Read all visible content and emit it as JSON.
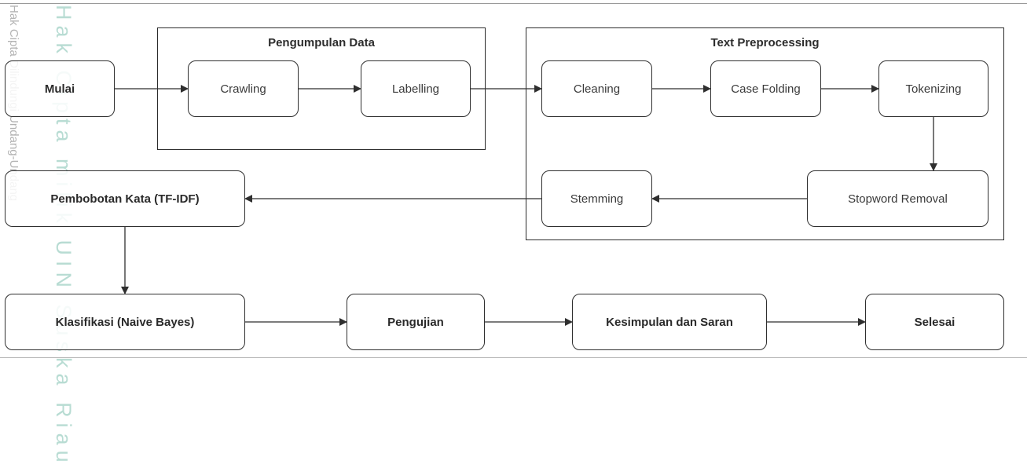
{
  "watermark": {
    "side_text": "Hak Cipta Dilindungi Undang-Undang",
    "main_text": "Hak Cipta milik UIN Suska Riau"
  },
  "colors": {
    "stroke": "#2f2f2f",
    "text": "#3a3a3a",
    "watermark_text": "#b8dcd3"
  },
  "groups": {
    "data_collection": "Pengumpulan Data",
    "text_preprocessing": "Text Preprocessing"
  },
  "nodes": {
    "start": "Mulai",
    "crawling": "Crawling",
    "labelling": "Labelling",
    "cleaning": "Cleaning",
    "case_folding": "Case Folding",
    "tokenizing": "Tokenizing",
    "stopword_removal": "Stopword Removal",
    "stemming": "Stemming",
    "weighting": "Pembobotan Kata (TF-IDF)",
    "classification": "Klasifikasi (Naive Bayes)",
    "testing": "Pengujian",
    "conclusion": "Kesimpulan dan Saran",
    "end": "Selesai"
  },
  "edges": [
    [
      "start",
      "crawling"
    ],
    [
      "crawling",
      "labelling"
    ],
    [
      "labelling",
      "cleaning"
    ],
    [
      "cleaning",
      "case_folding"
    ],
    [
      "case_folding",
      "tokenizing"
    ],
    [
      "tokenizing",
      "stopword_removal"
    ],
    [
      "stopword_removal",
      "stemming"
    ],
    [
      "stemming",
      "weighting"
    ],
    [
      "weighting",
      "classification"
    ],
    [
      "classification",
      "testing"
    ],
    [
      "testing",
      "conclusion"
    ],
    [
      "conclusion",
      "end"
    ]
  ]
}
